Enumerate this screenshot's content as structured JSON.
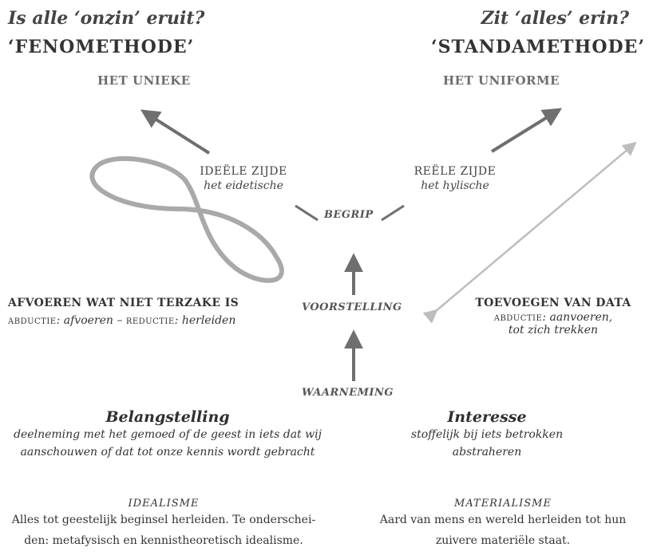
{
  "left": {
    "question": "Is alle ‘onzin’ eruit?",
    "method": "‘FENOMETHODE’",
    "direction": "HET UNIEKE",
    "side_title": "IDEËLE ZIJDE",
    "side_sub": "het eidetische",
    "process_title": "AFVOEREN WAT NIET TERZAKE IS",
    "process_line": {
      "t1": "abductie",
      "t2": ": afvoeren – ",
      "t3": "reductie",
      "t4": ": herleiden"
    },
    "interest_title": "Belangstelling",
    "interest_lines": [
      "deelneming met het gemoed of de geest in iets dat wij",
      "aanschouwen of dat tot onze kennis wordt gebracht"
    ],
    "ism_title": "IDEALISME",
    "ism_lines": [
      "Alles tot geestelijk beginsel herleiden. Te onderschei-",
      "den: metafysisch en kennistheoretisch idealisme."
    ]
  },
  "right": {
    "question": "Zit ‘alles’ erin?",
    "method": "‘STANDAMETHODE’",
    "direction": "HET UNIFORME",
    "side_title": "REËLE ZIJDE",
    "side_sub": "het hylische",
    "process_title": "TOEVOEGEN VAN DATA",
    "process_line": {
      "t1": "abductie",
      "t2": ": aanvoeren,"
    },
    "process_line2": "tot zich trekken",
    "interest_title": "Interesse",
    "interest_lines": [
      "stoffelijk bij iets betrokken",
      "abstraheren"
    ],
    "ism_title": "MATERIALISME",
    "ism_lines": [
      "Aard van mens en wereld herleiden tot hun",
      "zuivere materiële staat."
    ]
  },
  "center": {
    "begrip": "BEGRIP",
    "voorstelling": "VOORSTELLING",
    "waarneming": "WAARNEMING"
  },
  "colors": {
    "arrow_dark": "#6f6f6f",
    "arrow_light": "#bdbdbd",
    "loop": "#a9a9a9"
  }
}
